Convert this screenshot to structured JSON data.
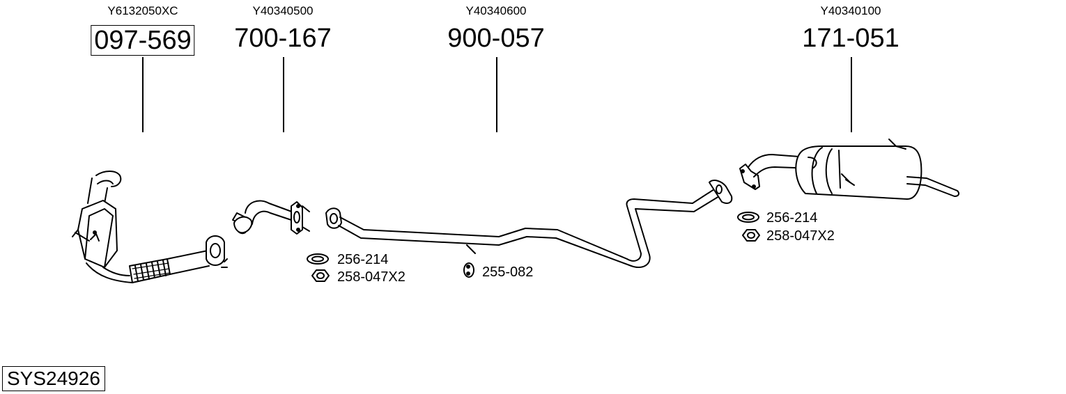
{
  "parts": [
    {
      "oe": "Y6132050XC",
      "number": "097-569",
      "boxed": true
    },
    {
      "oe": "Y40340500",
      "number": "700-167",
      "boxed": false
    },
    {
      "oe": "Y40340600",
      "number": "900-057",
      "boxed": false
    },
    {
      "oe": "Y40340100",
      "number": "171-051",
      "boxed": false
    }
  ],
  "accessories": {
    "front_gasket": "256-214",
    "front_nut": "258-047X2",
    "hanger": "255-082",
    "rear_gasket": "256-214",
    "rear_nut": "258-047X2"
  },
  "system_number": "SYS24926"
}
